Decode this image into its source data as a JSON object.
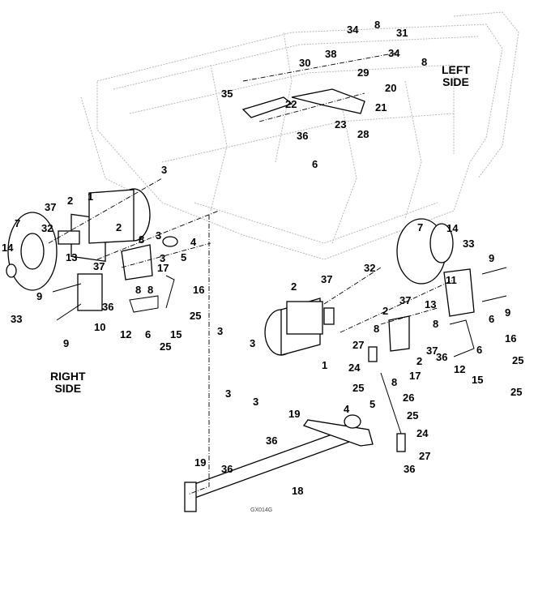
{
  "side_labels": {
    "left": [
      "LEFT",
      "SIDE"
    ],
    "right": [
      "RIGHT",
      "SIDE"
    ]
  },
  "figure_code": "GX014G",
  "callouts": [
    "34",
    "8",
    "31",
    "38",
    "30",
    "29",
    "34",
    "8",
    "20",
    "21",
    "35",
    "22",
    "23",
    "28",
    "36",
    "6",
    "3",
    "3",
    "1",
    "37",
    "2",
    "7",
    "32",
    "2",
    "14",
    "8",
    "4",
    "5",
    "37",
    "17",
    "13",
    "8",
    "8",
    "16",
    "9",
    "36",
    "10",
    "25",
    "33",
    "12",
    "6",
    "15",
    "9",
    "25",
    "3",
    "7",
    "14",
    "33",
    "32",
    "9",
    "2",
    "37",
    "11",
    "37",
    "13",
    "2",
    "9",
    "8",
    "6",
    "8",
    "27",
    "37",
    "2",
    "36",
    "6",
    "16",
    "3",
    "3",
    "3",
    "3",
    "1",
    "24",
    "17",
    "12",
    "25",
    "15",
    "25",
    "25",
    "8",
    "26",
    "5",
    "4",
    "25",
    "19",
    "24",
    "36",
    "27",
    "36",
    "36",
    "18",
    "19"
  ]
}
